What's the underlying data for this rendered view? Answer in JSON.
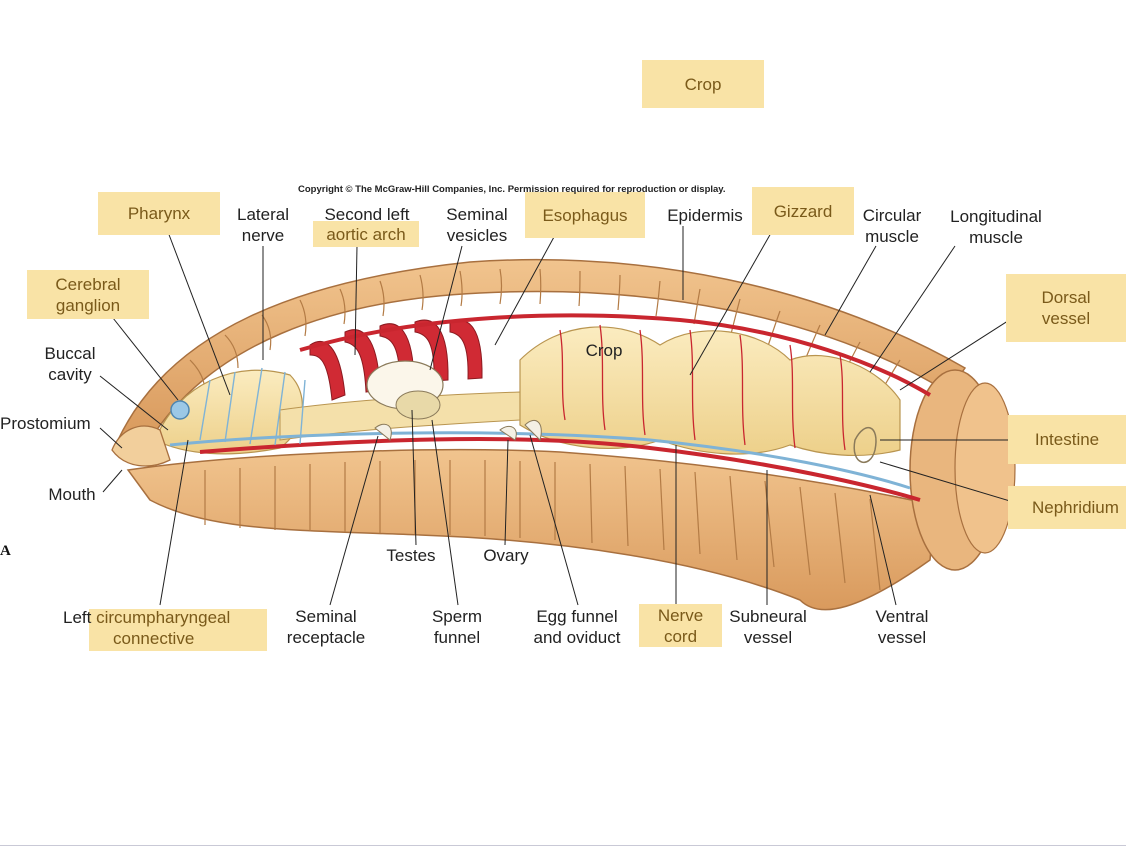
{
  "copyright": "Copyright © The McGraw-Hill Companies, Inc. Permission required for reproduction or display.",
  "figure_letter": "A",
  "labels": {
    "crop_top": "Crop",
    "pharynx": "Pharynx",
    "lateral_nerve_1": "Lateral",
    "lateral_nerve_2": "nerve",
    "second_left": "Second left",
    "aortic_arch": "aortic arch",
    "seminal_vesicles_1": "Seminal",
    "seminal_vesicles_2": "vesicles",
    "esophagus": "Esophagus",
    "epidermis": "Epidermis",
    "gizzard": "Gizzard",
    "circular_muscle_1": "Circular",
    "circular_muscle_2": "muscle",
    "longitudinal_muscle_1": "Longitudinal",
    "longitudinal_muscle_2": "muscle",
    "cerebral_ganglion_1": "Cerebral",
    "cerebral_ganglion_2": "ganglion",
    "dorsal_vessel_1": "Dorsal",
    "dorsal_vessel_2": "vessel",
    "buccal_cavity_1": "Buccal",
    "buccal_cavity_2": "cavity",
    "crop_inner": "Crop",
    "prostomium": "Prostomium",
    "intestine": "Intestine",
    "mouth": "Mouth",
    "nephridium": "Nephridium",
    "testes": "Testes",
    "ovary": "Ovary",
    "left_circ_1": "Left",
    "left_circ_2": "circumpharyngeal",
    "left_circ_3": "connective",
    "seminal_receptacle_1": "Seminal",
    "seminal_receptacle_2": "receptacle",
    "sperm_funnel_1": "Sperm",
    "sperm_funnel_2": "funnel",
    "egg_funnel_1": "Egg funnel",
    "egg_funnel_2": "and oviduct",
    "nerve_cord_1": "Nerve",
    "nerve_cord_2": "cord",
    "subneural_vessel_1": "Subneural",
    "subneural_vessel_2": "vessel",
    "ventral_vessel_1": "Ventral",
    "ventral_vessel_2": "vessel"
  },
  "colors": {
    "highlight": "#f9e3a6",
    "body_wall": "#e8b47c",
    "blood_vessel": "#c9262f",
    "nerve": "#7fb3d6",
    "gut": "#f3dea0"
  }
}
